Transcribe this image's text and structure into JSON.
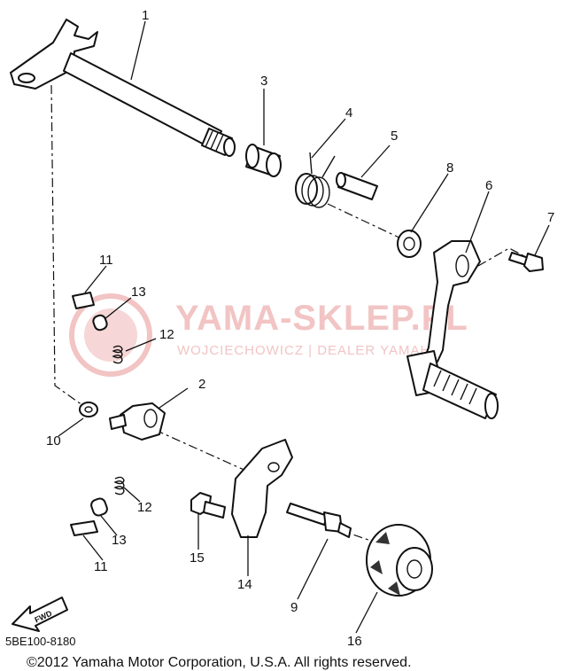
{
  "watermark": {
    "title": "YAMA-SKLEP.PL",
    "subtitle": "WOJCIECHOWICZ | DEALER YAMAHA"
  },
  "parts": [
    {
      "number": "1"
    },
    {
      "number": "2"
    },
    {
      "number": "3"
    },
    {
      "number": "4"
    },
    {
      "number": "5"
    },
    {
      "number": "6"
    },
    {
      "number": "7"
    },
    {
      "number": "8"
    },
    {
      "number": "9"
    },
    {
      "number": "10"
    },
    {
      "number": "11"
    },
    {
      "number": "11"
    },
    {
      "number": "12"
    },
    {
      "number": "12"
    },
    {
      "number": "13"
    },
    {
      "number": "13"
    },
    {
      "number": "14"
    },
    {
      "number": "15"
    },
    {
      "number": "16"
    }
  ],
  "fwd_arrow": {
    "label": "FWD"
  },
  "document_code": "5BE100-8180",
  "copyright": "©2012 Yamaha Motor Corporation, U.S.A. All rights reserved."
}
